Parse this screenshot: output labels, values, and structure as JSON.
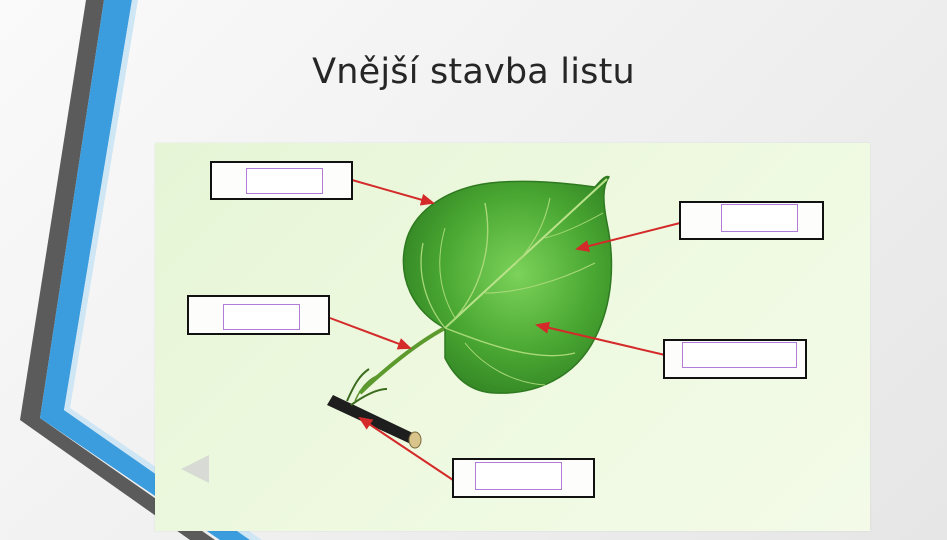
{
  "slide": {
    "title": "Vnější stavba listu"
  },
  "label_boxes": [
    {
      "id": "top-left",
      "value": ""
    },
    {
      "id": "mid-left",
      "value": ""
    },
    {
      "id": "top-right",
      "value": ""
    },
    {
      "id": "mid-right",
      "value": ""
    },
    {
      "id": "bottom",
      "value": ""
    }
  ],
  "colors": {
    "accent_blue": "#3b9ddd",
    "accent_dark": "#5a5a5a",
    "arrow": "#d42a2a",
    "panel_bg": "#eaf7dc",
    "leaf": "#3f9a2c"
  },
  "icons": {
    "nav_previous": "triangle-left-icon"
  }
}
